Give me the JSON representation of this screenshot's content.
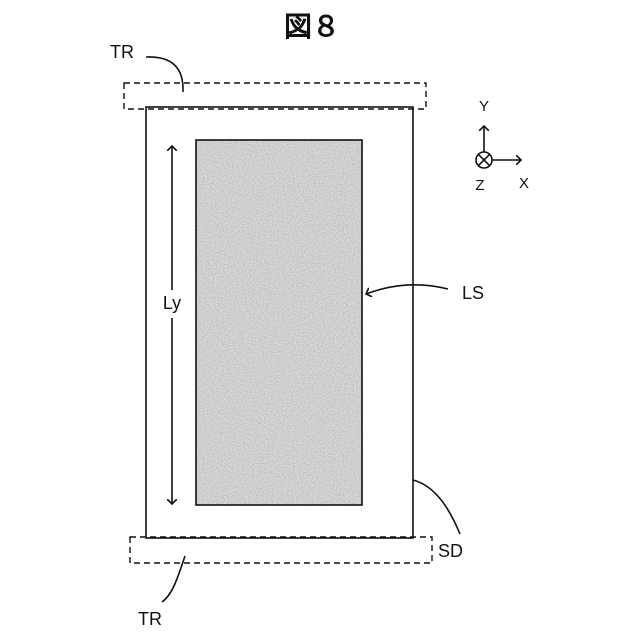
{
  "figure": {
    "title": "図８",
    "labels": {
      "tr_top": "TR",
      "tr_bottom": "TR",
      "ls": "LS",
      "sd": "SD",
      "ly": "Ly"
    },
    "axes": {
      "y": "Y",
      "z": "Z",
      "x": "X"
    }
  }
}
